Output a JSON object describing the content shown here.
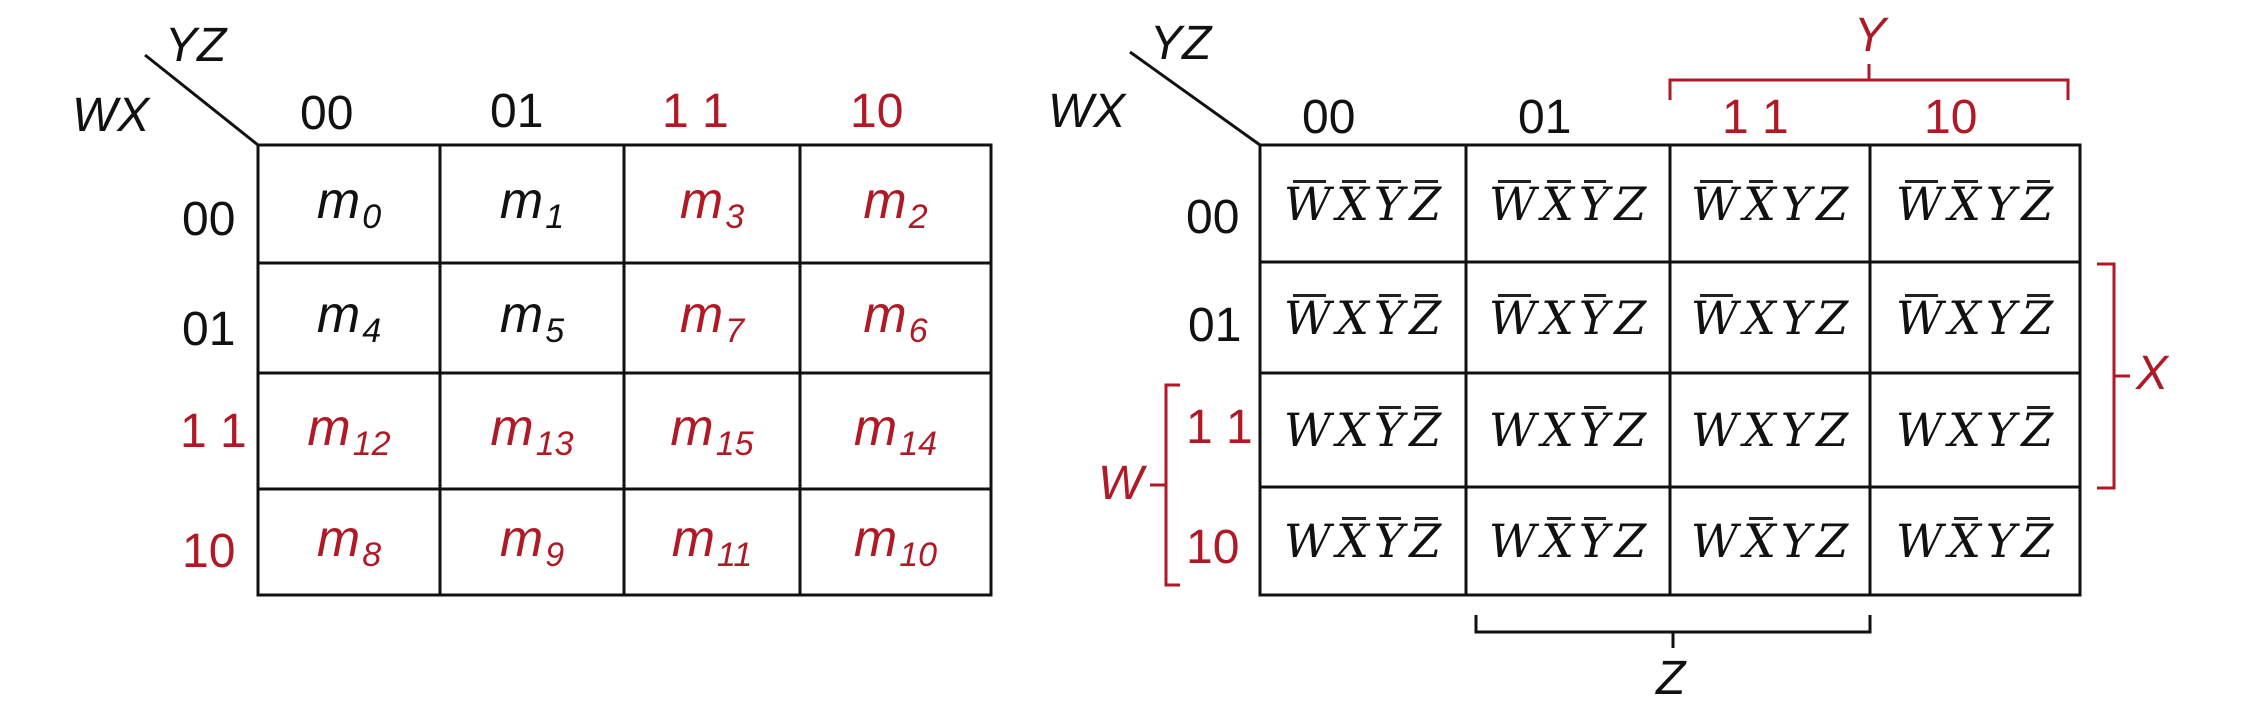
{
  "colors": {
    "highlight": "#b01a26",
    "text": "#111111"
  },
  "left_map": {
    "corner": {
      "col_var": "YZ",
      "row_var": "WX"
    },
    "col_headers": [
      {
        "text": "00",
        "color": "black"
      },
      {
        "text": "01",
        "color": "black"
      },
      {
        "text": "1 1",
        "color": "red"
      },
      {
        "text": "10",
        "color": "red"
      }
    ],
    "row_headers": [
      {
        "text": "00",
        "color": "black"
      },
      {
        "text": "01",
        "color": "black"
      },
      {
        "text": "1 1",
        "color": "red"
      },
      {
        "text": "10",
        "color": "red"
      }
    ],
    "cells": [
      [
        {
          "base": "m",
          "sub": "0",
          "color": "black"
        },
        {
          "base": "m",
          "sub": "1",
          "color": "black"
        },
        {
          "base": "m",
          "sub": "3",
          "color": "red"
        },
        {
          "base": "m",
          "sub": "2",
          "color": "red"
        }
      ],
      [
        {
          "base": "m",
          "sub": "4",
          "color": "black"
        },
        {
          "base": "m",
          "sub": "5",
          "color": "black"
        },
        {
          "base": "m",
          "sub": "7",
          "color": "red"
        },
        {
          "base": "m",
          "sub": "6",
          "color": "red"
        }
      ],
      [
        {
          "base": "m",
          "sub": "12",
          "color": "red"
        },
        {
          "base": "m",
          "sub": "13",
          "color": "red"
        },
        {
          "base": "m",
          "sub": "15",
          "color": "red"
        },
        {
          "base": "m",
          "sub": "14",
          "color": "red"
        }
      ],
      [
        {
          "base": "m",
          "sub": "8",
          "color": "red"
        },
        {
          "base": "m",
          "sub": "9",
          "color": "red"
        },
        {
          "base": "m",
          "sub": "11",
          "color": "red"
        },
        {
          "base": "m",
          "sub": "10",
          "color": "red"
        }
      ]
    ]
  },
  "right_map": {
    "corner": {
      "col_var": "YZ",
      "row_var": "WX"
    },
    "col_headers": [
      {
        "text": "00",
        "color": "black"
      },
      {
        "text": "01",
        "color": "black"
      },
      {
        "text": "1 1",
        "color": "red"
      },
      {
        "text": "10",
        "color": "red"
      }
    ],
    "row_headers": [
      {
        "text": "00",
        "color": "black"
      },
      {
        "text": "01",
        "color": "black"
      },
      {
        "text": "1 1",
        "color": "red"
      },
      {
        "text": "10",
        "color": "red"
      }
    ],
    "cells": [
      [
        {
          "vars": [
            "W",
            "X",
            "Y",
            "Z"
          ],
          "bars": [
            1,
            1,
            1,
            1
          ]
        },
        {
          "vars": [
            "W",
            "X",
            "Y",
            "Z"
          ],
          "bars": [
            1,
            1,
            1,
            0
          ]
        },
        {
          "vars": [
            "W",
            "X",
            "Y",
            "Z"
          ],
          "bars": [
            1,
            1,
            0,
            0
          ]
        },
        {
          "vars": [
            "W",
            "X",
            "Y",
            "Z"
          ],
          "bars": [
            1,
            1,
            0,
            1
          ]
        }
      ],
      [
        {
          "vars": [
            "W",
            "X",
            "Y",
            "Z"
          ],
          "bars": [
            1,
            0,
            1,
            1
          ]
        },
        {
          "vars": [
            "W",
            "X",
            "Y",
            "Z"
          ],
          "bars": [
            1,
            0,
            1,
            0
          ]
        },
        {
          "vars": [
            "W",
            "X",
            "Y",
            "Z"
          ],
          "bars": [
            1,
            0,
            0,
            0
          ]
        },
        {
          "vars": [
            "W",
            "X",
            "Y",
            "Z"
          ],
          "bars": [
            1,
            0,
            0,
            1
          ]
        }
      ],
      [
        {
          "vars": [
            "W",
            "X",
            "Y",
            "Z"
          ],
          "bars": [
            0,
            0,
            1,
            1
          ]
        },
        {
          "vars": [
            "W",
            "X",
            "Y",
            "Z"
          ],
          "bars": [
            0,
            0,
            1,
            0
          ]
        },
        {
          "vars": [
            "W",
            "X",
            "Y",
            "Z"
          ],
          "bars": [
            0,
            0,
            0,
            0
          ]
        },
        {
          "vars": [
            "W",
            "X",
            "Y",
            "Z"
          ],
          "bars": [
            0,
            0,
            0,
            1
          ]
        }
      ],
      [
        {
          "vars": [
            "W",
            "X",
            "Y",
            "Z"
          ],
          "bars": [
            0,
            1,
            1,
            1
          ]
        },
        {
          "vars": [
            "W",
            "X",
            "Y",
            "Z"
          ],
          "bars": [
            0,
            1,
            1,
            0
          ]
        },
        {
          "vars": [
            "W",
            "X",
            "Y",
            "Z"
          ],
          "bars": [
            0,
            1,
            0,
            0
          ]
        },
        {
          "vars": [
            "W",
            "X",
            "Y",
            "Z"
          ],
          "bars": [
            0,
            1,
            0,
            1
          ]
        }
      ]
    ],
    "brackets": {
      "y": "Y",
      "x": "X",
      "w": "W",
      "z": "Z"
    }
  }
}
